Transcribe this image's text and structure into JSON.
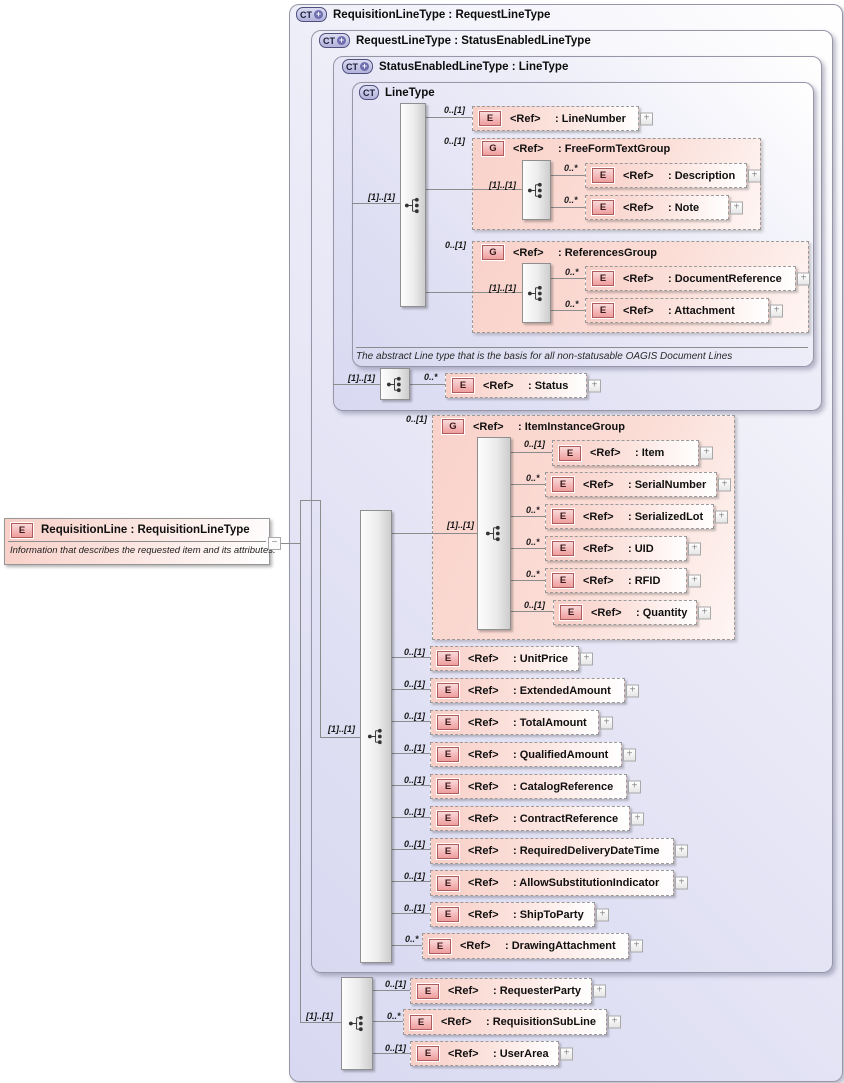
{
  "labels": {
    "ref": "<Ref>",
    "plus": "+",
    "minus": "−",
    "ct": "CT",
    "ct_plus": "+"
  },
  "left_element": {
    "icon": "E",
    "title": "RequisitionLine : RequisitionLineType",
    "description": "Information that describes the requested item and its attributes."
  },
  "containers": {
    "requisitionLineType": {
      "title": "RequisitionLineType : RequestLineType"
    },
    "requestLineType": {
      "title": "RequestLineType : StatusEnabledLineType"
    },
    "statusEnabledLineType": {
      "title": "StatusEnabledLineType : LineType"
    },
    "lineType": {
      "title": "LineType",
      "annotation": "The abstract Line type that is the basis for all non-statusable OAGIS Document Lines"
    }
  },
  "compositors": {
    "lineType": "[1]..[1]",
    "freeFormText": "[1]..[1]",
    "references": "[1]..[1]",
    "status": "[1]..[1]",
    "itemInstance": "[1]..[1]",
    "requestLine": "[1]..[1]",
    "requisitionLine": "[1]..[1]"
  },
  "groups": {
    "freeFormTextGroup": {
      "icon": "G",
      "card": "0..[1]",
      "name": ": FreeFormTextGroup"
    },
    "referencesGroup": {
      "icon": "G",
      "card": "0..[1]",
      "name": ": ReferencesGroup"
    },
    "itemInstanceGroup": {
      "icon": "G",
      "card": "0..[1]",
      "name": ": ItemInstanceGroup"
    }
  },
  "elements": {
    "lineNumber": {
      "icon": "E",
      "card": "0..[1]",
      "name": ": LineNumber"
    },
    "description": {
      "icon": "E",
      "card": "0..*",
      "name": ": Description"
    },
    "note": {
      "icon": "E",
      "card": "0..*",
      "name": ": Note"
    },
    "documentReference": {
      "icon": "E",
      "card": "0..*",
      "name": ": DocumentReference"
    },
    "attachment": {
      "icon": "E",
      "card": "0..*",
      "name": ": Attachment"
    },
    "status": {
      "icon": "E",
      "card": "0..*",
      "name": ": Status"
    },
    "item": {
      "icon": "E",
      "card": "0..[1]",
      "name": ": Item"
    },
    "serialNumber": {
      "icon": "E",
      "card": "0..*",
      "name": ": SerialNumber"
    },
    "serializedLot": {
      "icon": "E",
      "card": "0..*",
      "name": ": SerializedLot"
    },
    "uid": {
      "icon": "E",
      "card": "0..*",
      "name": ": UID"
    },
    "rfid": {
      "icon": "E",
      "card": "0..*",
      "name": ": RFID"
    },
    "quantity": {
      "icon": "E",
      "card": "0..[1]",
      "name": ": Quantity"
    },
    "unitPrice": {
      "icon": "E",
      "card": "0..[1]",
      "name": ": UnitPrice"
    },
    "extendedAmount": {
      "icon": "E",
      "card": "0..[1]",
      "name": ": ExtendedAmount"
    },
    "totalAmount": {
      "icon": "E",
      "card": "0..[1]",
      "name": ": TotalAmount"
    },
    "qualifiedAmount": {
      "icon": "E",
      "card": "0..[1]",
      "name": ": QualifiedAmount"
    },
    "catalogReference": {
      "icon": "E",
      "card": "0..[1]",
      "name": ": CatalogReference"
    },
    "contractReference": {
      "icon": "E",
      "card": "0..[1]",
      "name": ": ContractReference"
    },
    "requiredDeliveryDateTime": {
      "icon": "E",
      "card": "0..[1]",
      "name": ": RequiredDeliveryDateTime"
    },
    "allowSubstitutionIndicator": {
      "icon": "E",
      "card": "0..[1]",
      "name": ": AllowSubstitutionIndicator"
    },
    "shipToParty": {
      "icon": "E",
      "card": "0..[1]",
      "name": ": ShipToParty"
    },
    "drawingAttachment": {
      "icon": "E",
      "card": "0..*",
      "name": ": DrawingAttachment"
    },
    "requesterParty": {
      "icon": "E",
      "card": "0..[1]",
      "name": ": RequesterParty"
    },
    "requisitionSubLine": {
      "icon": "E",
      "card": "0..*",
      "name": ": RequisitionSubLine"
    },
    "userArea": {
      "icon": "E",
      "card": "0..[1]",
      "name": ": UserArea"
    }
  },
  "colors": {
    "container_fill": "#d8d8f1",
    "element_fill": "#f8cfc7",
    "element_icon_fill": "#ef9e9e",
    "element_icon_border": "#b05c5c",
    "connector": "#8c8c8c"
  }
}
